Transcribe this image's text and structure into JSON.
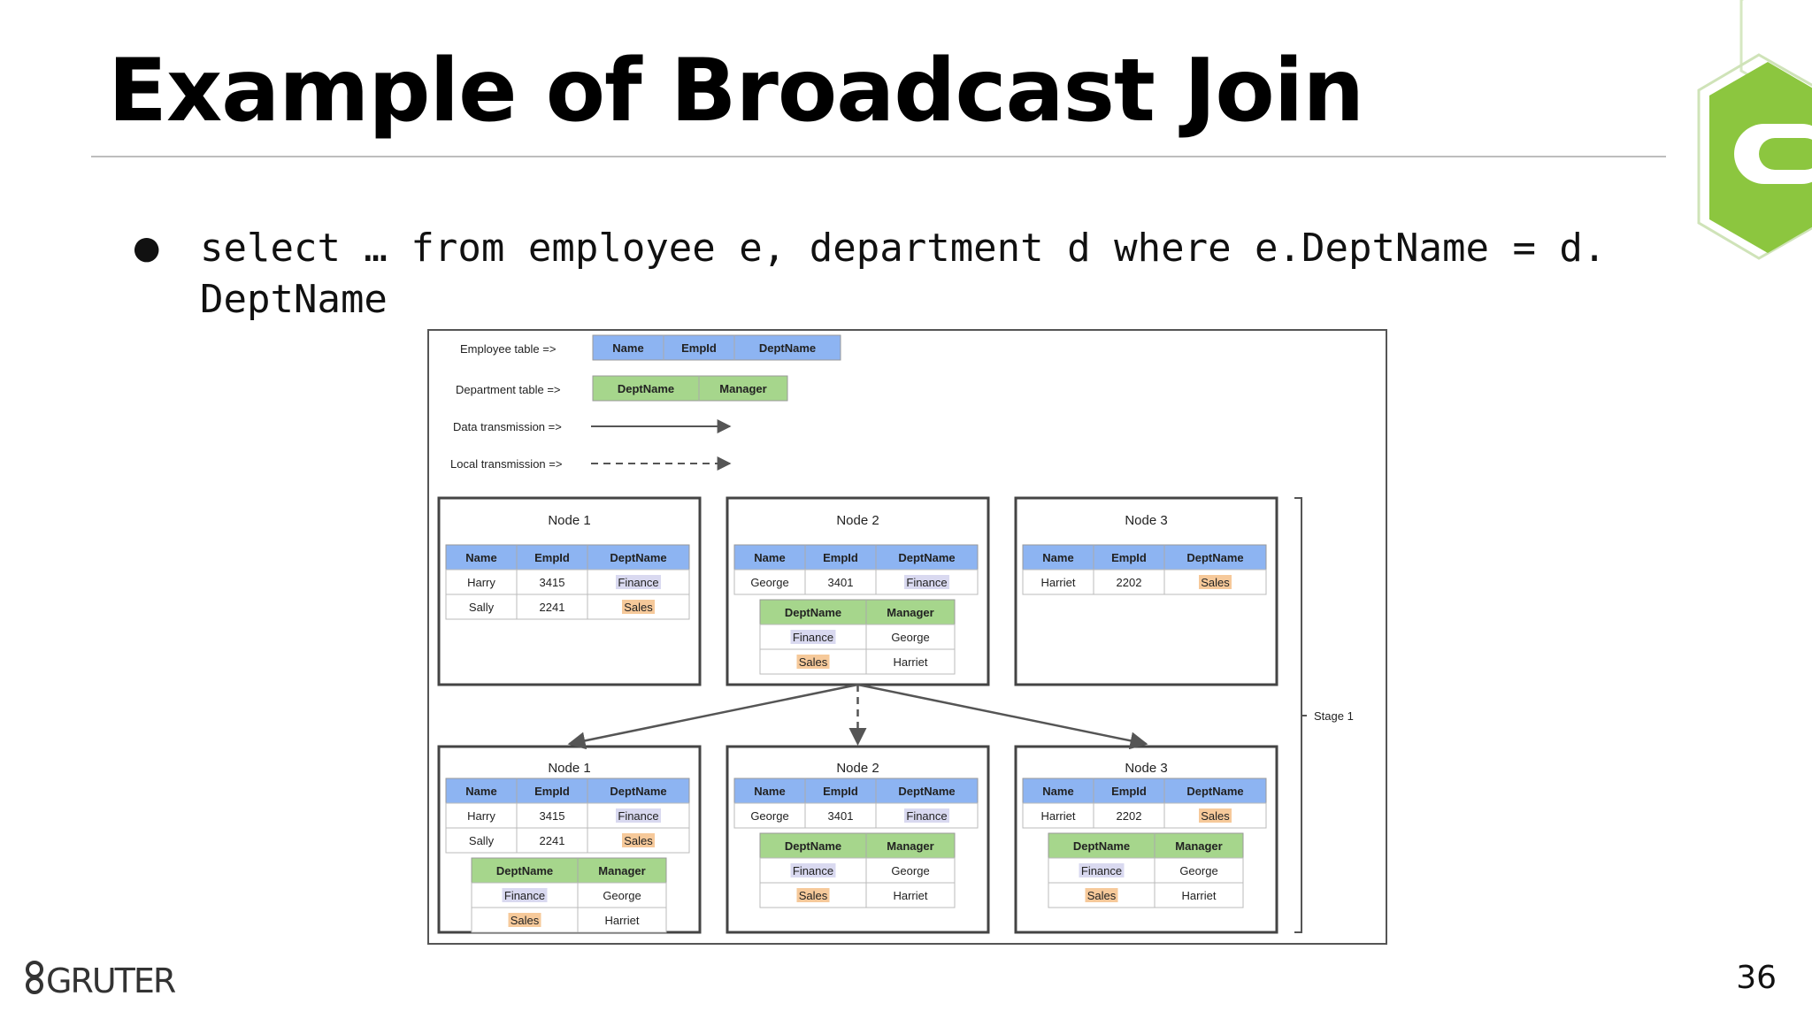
{
  "slide": {
    "title": "Example of Broadcast Join",
    "bullet": "select … from employee e, department d where e.DeptName = d.\nDeptName",
    "page_number": "36"
  },
  "brand": {
    "footer_logo_text": "GRUTER",
    "accent": "#8cc63f"
  },
  "legend": {
    "employee_label": "Employee table =>",
    "employee_cols": [
      "Name",
      "EmpId",
      "DeptName"
    ],
    "department_label": "Department table =>",
    "department_cols": [
      "DeptName",
      "Manager"
    ],
    "data_transmission_label": "Data transmission =>",
    "local_transmission_label": "Local transmission =>"
  },
  "colors": {
    "employee_header": "#8db4f2",
    "department_header": "#a6d68c",
    "finance_highlight": "#d9d9f0",
    "sales_highlight": "#f6c99a"
  },
  "stage_label": "Stage 1",
  "employee_header": [
    "Name",
    "EmpId",
    "DeptName"
  ],
  "department_header": [
    "DeptName",
    "Manager"
  ],
  "department_rows": [
    [
      "Finance",
      "George"
    ],
    [
      "Sales",
      "Harriet"
    ]
  ],
  "top_nodes": [
    {
      "name": "Node 1",
      "rows": [
        [
          "Harry",
          "3415",
          "Finance"
        ],
        [
          "Sally",
          "2241",
          "Sales"
        ]
      ],
      "has_department": false
    },
    {
      "name": "Node 2",
      "rows": [
        [
          "George",
          "3401",
          "Finance"
        ]
      ],
      "has_department": true
    },
    {
      "name": "Node 3",
      "rows": [
        [
          "Harriet",
          "2202",
          "Sales"
        ]
      ],
      "has_department": false
    }
  ],
  "bottom_nodes": [
    {
      "name": "Node 1",
      "rows": [
        [
          "Harry",
          "3415",
          "Finance"
        ],
        [
          "Sally",
          "2241",
          "Sales"
        ]
      ],
      "has_department": true
    },
    {
      "name": "Node 2",
      "rows": [
        [
          "George",
          "3401",
          "Finance"
        ]
      ],
      "has_department": true
    },
    {
      "name": "Node 3",
      "rows": [
        [
          "Harriet",
          "2202",
          "Sales"
        ]
      ],
      "has_department": true
    }
  ]
}
